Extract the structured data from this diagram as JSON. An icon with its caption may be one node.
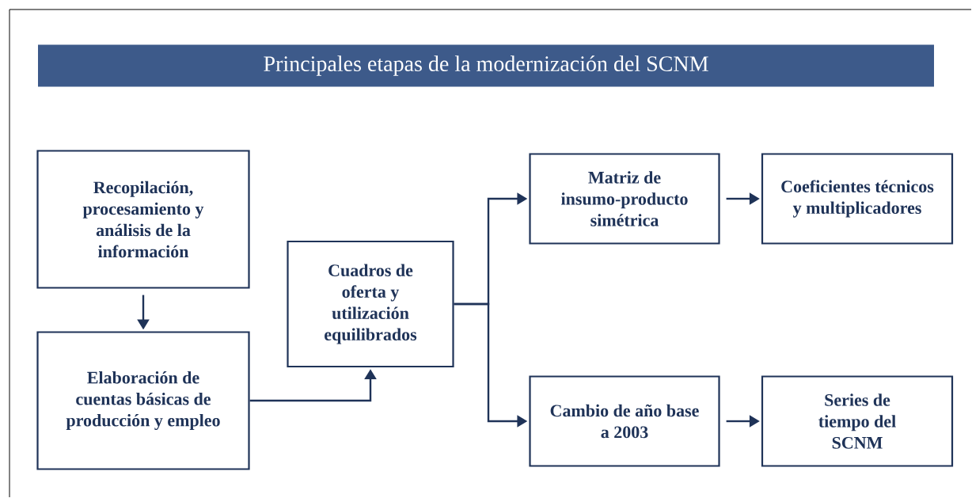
{
  "diagram": {
    "title": "Principales etapas de la modernización del SCNM",
    "nodes": [
      {
        "text": [
          "Recopilación, procesamiento y análisis de la información"
        ]
      },
      {
        "text": [
          "Elaboración de cuentas básicas de producción y empleo"
        ]
      },
      {
        "text": [
          "Cuadros de oferta y utilización equilibrados"
        ]
      },
      {
        "text": [
          "Matriz de insumo-producto simétrica"
        ]
      },
      {
        "text": [
          "Coeficientes técnicos y multiplicadores"
        ]
      },
      {
        "text": [
          "Cambio de año base a 2003"
        ]
      },
      {
        "text": [
          "Series de tiempo del SCNM"
        ]
      }
    ],
    "edges": [
      {
        "from": 0,
        "to": 1,
        "arrow": "to"
      },
      {
        "from": 1,
        "to": 2,
        "arrow": "to"
      },
      {
        "from": 2,
        "to": 3,
        "arrow": "to"
      },
      {
        "from": 2,
        "to": 5,
        "arrow": "to"
      },
      {
        "from": 3,
        "to": 4,
        "arrow": "to"
      },
      {
        "from": 5,
        "to": 6,
        "arrow": "to"
      }
    ]
  }
}
